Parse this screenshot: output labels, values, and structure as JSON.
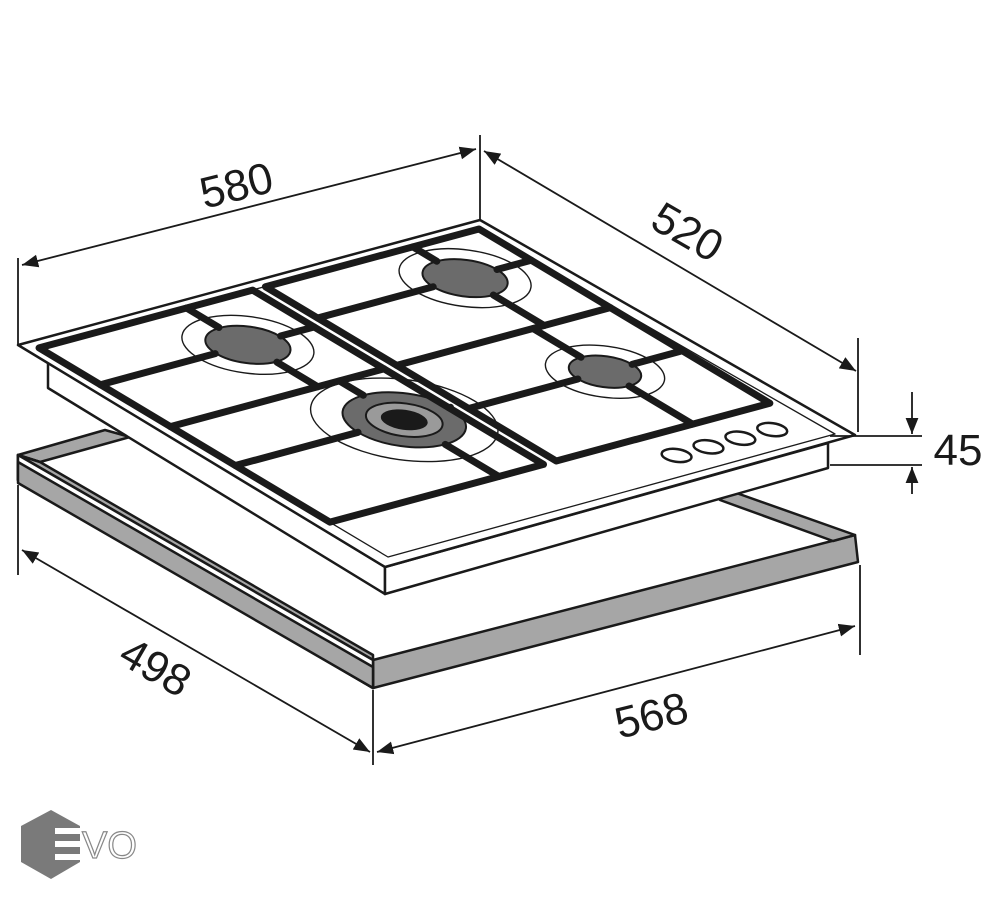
{
  "dimensions": {
    "width_top": "580",
    "depth_top": "520",
    "height": "45",
    "cutout_depth": "498",
    "cutout_width": "568"
  },
  "logo": {
    "text": "EVO"
  },
  "colors": {
    "line": "#1a1a1a",
    "frame": "#a6a6a6",
    "burner": "#6b6b6b",
    "logo": "#7a7a7a"
  }
}
